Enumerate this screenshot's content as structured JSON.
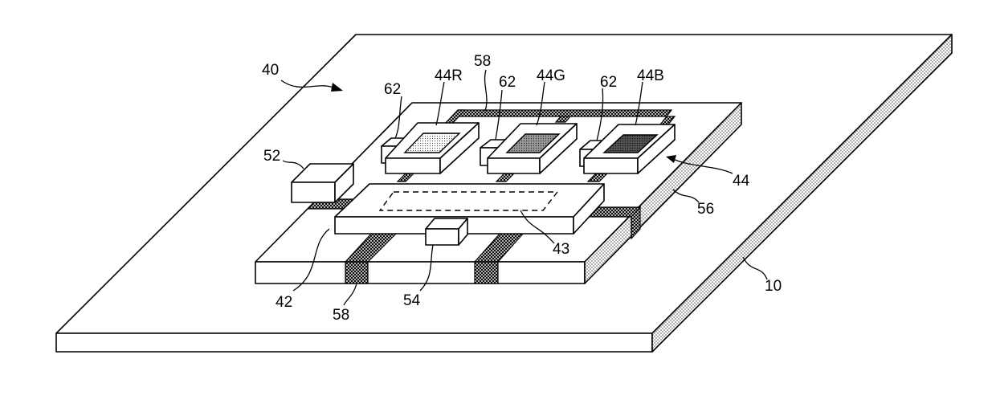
{
  "labels": {
    "display_module": "40",
    "substrate": "10",
    "driver_chip": "42",
    "driver_area": "43",
    "led_group": "44",
    "led_red": "44R",
    "led_green": "44G",
    "led_blue": "44B",
    "pad_left": "52",
    "pad_front": "54",
    "support_layer": "56",
    "trace_top": "58",
    "trace_bottom": "58",
    "contact_1": "62",
    "contact_2": "62",
    "contact_3": "62"
  },
  "colors": {
    "line": "#000000",
    "fill": "#ffffff",
    "led_red_fill": "#e6e6e6",
    "led_green_fill": "#9a9a9a",
    "led_blue_fill": "#555555"
  }
}
